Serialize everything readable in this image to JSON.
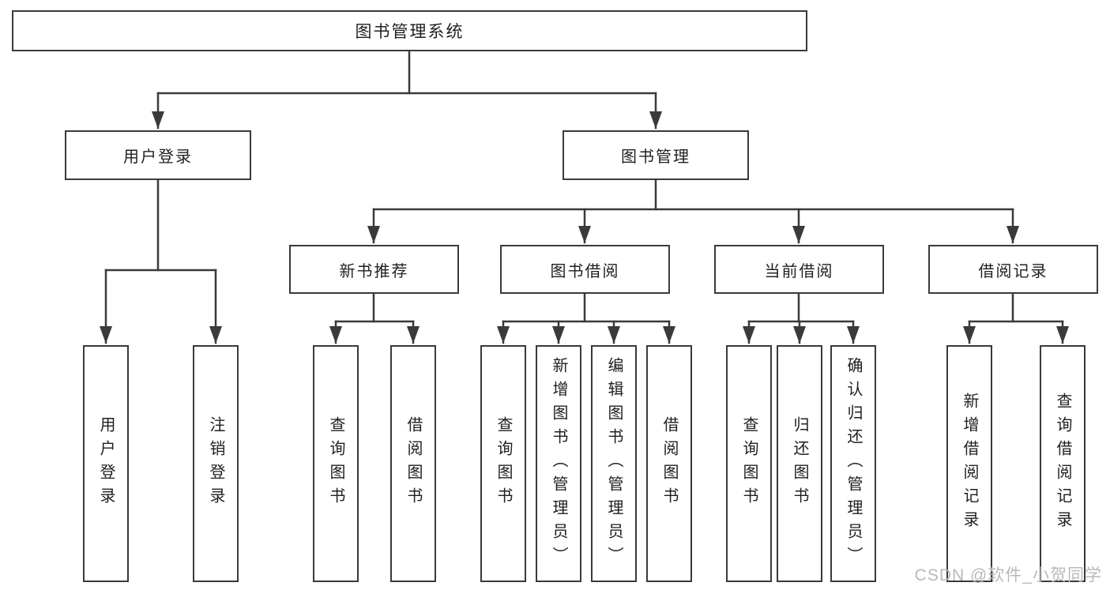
{
  "tree": {
    "label": "图书管理系统",
    "children": [
      {
        "label": "用户登录",
        "children": [
          {
            "label": "用户登录"
          },
          {
            "label": "注销登录"
          }
        ]
      },
      {
        "label": "图书管理",
        "children": [
          {
            "label": "新书推荐",
            "children": [
              {
                "label": "查询图书"
              },
              {
                "label": "借阅图书"
              }
            ]
          },
          {
            "label": "图书借阅",
            "children": [
              {
                "label": "查询图书"
              },
              {
                "label": "新增图书（管理员）"
              },
              {
                "label": "编辑图书（管理员）"
              },
              {
                "label": "借阅图书"
              }
            ]
          },
          {
            "label": "当前借阅",
            "children": [
              {
                "label": "查询图书"
              },
              {
                "label": "归还图书"
              },
              {
                "label": "确认归还（管理员）"
              }
            ]
          },
          {
            "label": "借阅记录",
            "children": [
              {
                "label": "新增借阅记录"
              },
              {
                "label": "查询借阅记录"
              }
            ]
          }
        ]
      }
    ]
  },
  "watermark": {
    "text": "CSDN @软件_小贺同学"
  },
  "colors": {
    "line": "#3a3a3a",
    "box_border": "#3a3a3a",
    "box_fill": "#ffffff",
    "text": "#1f1f1f",
    "background": "#ffffff",
    "watermark": "#b9b9b9"
  }
}
